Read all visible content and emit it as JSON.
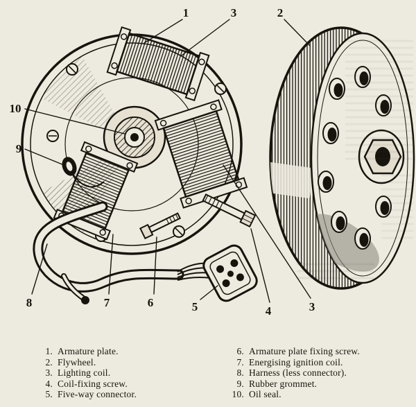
{
  "colors": {
    "paper": "#edeadf",
    "ink": "#17140e"
  },
  "figure": {
    "callouts": [
      {
        "text": "1"
      },
      {
        "text": "3"
      },
      {
        "text": "2"
      },
      {
        "text": "10"
      },
      {
        "text": "9"
      },
      {
        "text": "8"
      },
      {
        "text": "7"
      },
      {
        "text": "6"
      },
      {
        "text": "5"
      },
      {
        "text": "4"
      },
      {
        "text": "3"
      }
    ]
  },
  "legend": {
    "left": [
      {
        "num": "1.",
        "label": "Armature plate."
      },
      {
        "num": "2.",
        "label": "Flywheel."
      },
      {
        "num": "3.",
        "label": "Lighting coil."
      },
      {
        "num": "4.",
        "label": "Coil-fixing screw."
      },
      {
        "num": "5.",
        "label": "Five-way connector."
      }
    ],
    "right": [
      {
        "num": "6.",
        "label": "Armature plate fixing screw."
      },
      {
        "num": "7.",
        "label": "Energising ignition coil."
      },
      {
        "num": "8.",
        "label": "Harness (less connector)."
      },
      {
        "num": "9.",
        "label": "Rubber grommet."
      },
      {
        "num": "10.",
        "label": "Oil seal."
      }
    ]
  }
}
